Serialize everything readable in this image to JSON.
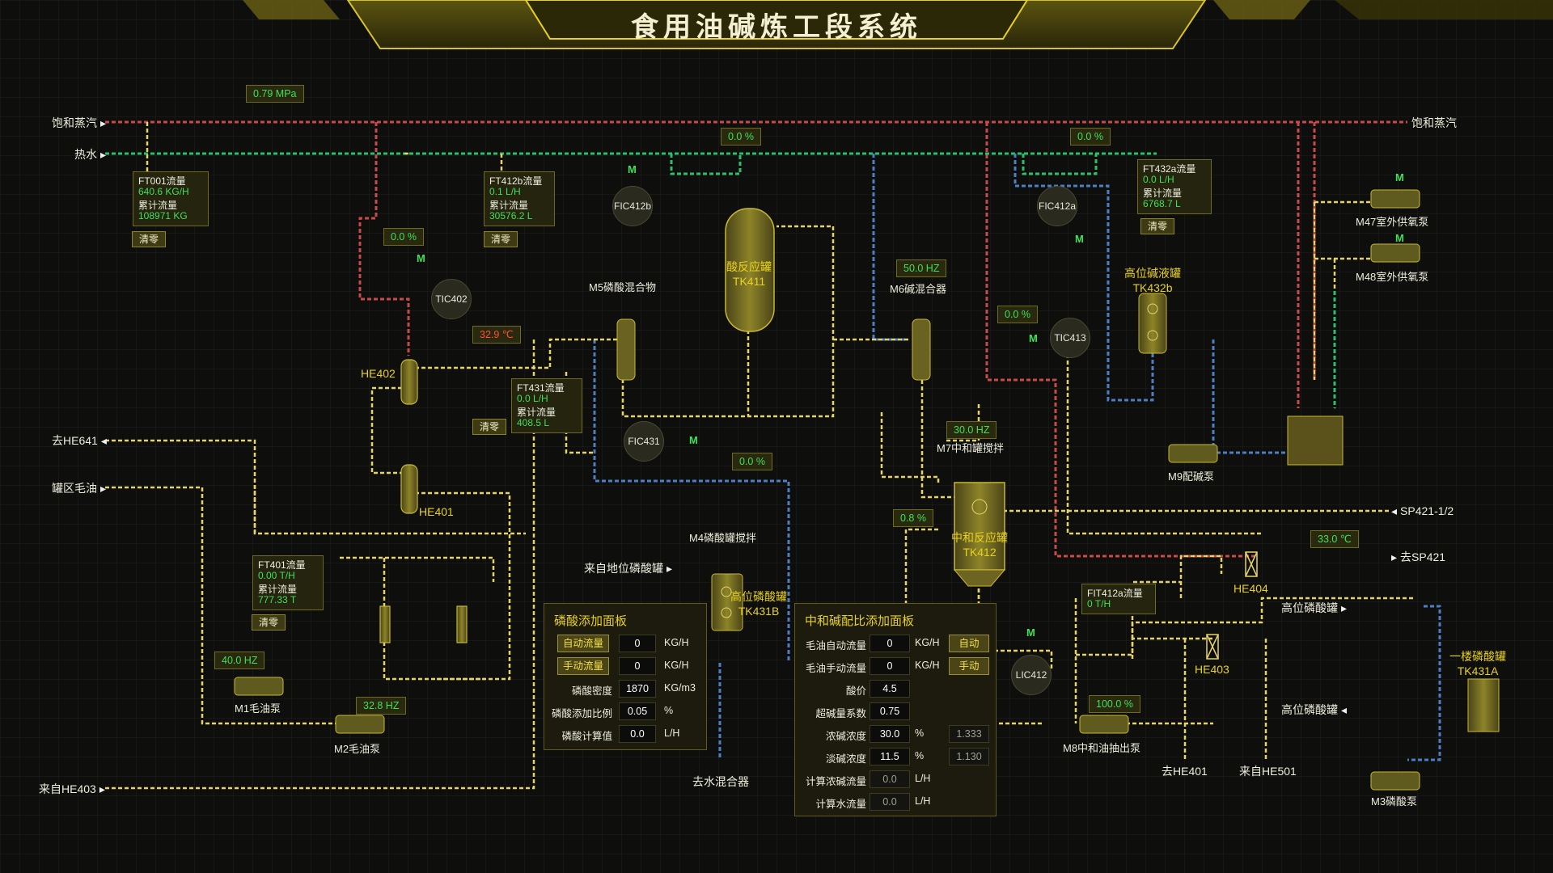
{
  "title": "食用油碱炼工段系统",
  "colors": {
    "steam": "#c84a4a",
    "water": "#2fbf6a",
    "blue": "#4c7fc4",
    "yellow": "#e6d36a",
    "accent": "#e9d21e",
    "value": "#3fe05a",
    "alarm": "#ff4b3a"
  },
  "edge_labels": {
    "steam_left": "饱和蒸汽",
    "hotwater": "热水",
    "to_he641": "去HE641",
    "tank_crude": "罐区毛油",
    "from_he403": "来自HE403",
    "steam_right": "饱和蒸汽",
    "sp421_12": "SP421-1/2",
    "to_sp421": "去SP421",
    "high_acid1": "高位磷酸罐",
    "high_acid2": "高位磷酸罐",
    "from_ground_acid": "来自地位磷酸罐",
    "to_water_mixer": "去水混合器",
    "to_he401": "去HE401",
    "from_he501": "来自HE501"
  },
  "values": {
    "pressure": "0.79 MPa",
    "v1": "0.0 %",
    "v2": "0.0 %",
    "v3": "0.0 %",
    "v4": "0.0 %",
    "v5": "0.0 %",
    "temp_he402": "32.9 ℃",
    "temp_sp421": "33.0 ℃",
    "hz_m6": "50.0 HZ",
    "hz_m7": "30.0 HZ",
    "hz_m1": "40.0 HZ",
    "hz_m2": "32.8 HZ",
    "pct_tk412": "0.8 %",
    "pct_m8": "100.0 %"
  },
  "ft": {
    "ft001": {
      "name": "FT001流量",
      "flow": "640.6 KG/H",
      "total_label": "累计流量",
      "total": "108971 KG"
    },
    "ft412b": {
      "name": "FT412b流量",
      "flow": "0.1 L/H",
      "total_label": "累计流量",
      "total": "30576.2 L"
    },
    "ft432a": {
      "name": "FT432a流量",
      "flow": "0.0 L/H",
      "total_label": "累计流量",
      "total": "6768.7 L"
    },
    "ft431": {
      "name": "FT431流量",
      "flow": "0.0 L/H",
      "total_label": "累计流量",
      "total": "408.5 L"
    },
    "ft401": {
      "name": "FT401流量",
      "flow": "0.00 T/H",
      "total_label": "累计流量",
      "total": "777.33 T"
    },
    "fit412a": {
      "name": "FIT412a流量",
      "flow": "0 T/H"
    }
  },
  "reset": "清零",
  "controllers": {
    "fic412b": "FIC412b",
    "fic412a": "FIC412a",
    "tic402": "TIC402",
    "tic413": "TIC413",
    "fic431": "FIC431",
    "lic412": "LIC412"
  },
  "motor_m": "M",
  "equipment": {
    "tk411a": "酸反应罐",
    "tk411b": "TK411",
    "m5": "M5磷酸混合物",
    "m6": "M6碱混合器",
    "m47": "M47室外供氧泵",
    "m48": "M48室外供氧泵",
    "tk432b_a": "高位碱液罐",
    "tk432b_b": "TK432b",
    "he402": "HE402",
    "he401": "HE401",
    "m9": "M9配碱泵",
    "m7": "M7中和罐搅拌",
    "tk412a": "中和反应罐",
    "tk412b": "TK412",
    "m4": "M4磷酸罐搅拌",
    "tk431b_a": "高位磷酸罐",
    "tk431b_b": "TK431B",
    "he404": "HE404",
    "he403": "HE403",
    "m1": "M1毛油泵",
    "m2": "M2毛油泵",
    "m8": "M8中和油抽出泵",
    "tk431a_a": "一楼磷酸罐",
    "tk431a_b": "TK431A",
    "m3": "M3磷酸泵"
  },
  "acid_panel": {
    "title": "磷酸添加面板",
    "auto_btn": "自动流量",
    "manual_btn": "手动流量",
    "auto_val": "0",
    "manual_val": "0",
    "unit_kgh": "KG/H",
    "density_label": "磷酸密度",
    "density": "1870",
    "density_unit": "KG/m3",
    "ratio_label": "磷酸添加比例",
    "ratio": "0.05",
    "ratio_unit": "%",
    "calc_label": "磷酸计算值",
    "calc": "0.0",
    "calc_unit": "L/H"
  },
  "alkali_panel": {
    "title": "中和碱配比添加面板",
    "auto_flow_label": "毛油自动流量",
    "auto_flow": "0",
    "auto_unit": "KG/H",
    "auto_btn": "自动",
    "manual_flow_label": "毛油手动流量",
    "manual_flow": "0",
    "manual_unit": "KG/H",
    "manual_btn": "手动",
    "acid_value_label": "酸价",
    "acid_value": "4.5",
    "excess_label": "超碱量系数",
    "excess": "0.75",
    "conc_label": "浓碱浓度",
    "conc": "30.0",
    "conc_unit": "%",
    "conc_extra": "1.333",
    "dilute_label": "淡碱浓度",
    "dilute": "11.5",
    "dilute_unit": "%",
    "dilute_extra": "1.130",
    "calc_conc_label": "计算浓碱流量",
    "calc_conc": "0.0",
    "calc_conc_unit": "L/H",
    "calc_water_label": "计算水流量",
    "calc_water": "0.0",
    "calc_water_unit": "L/H"
  }
}
